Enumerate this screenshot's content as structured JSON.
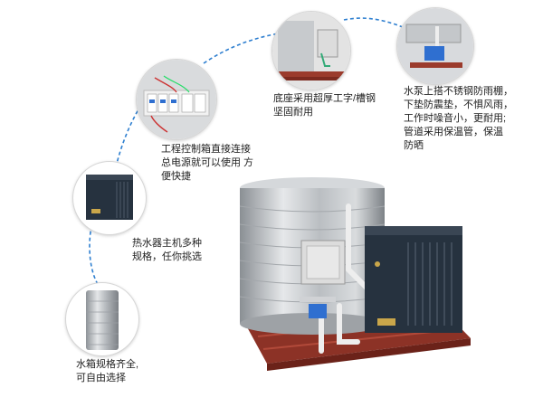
{
  "colors": {
    "connector": "#2e7fd0",
    "unit_body": "#26323f",
    "tank_steel": "#c9ccd0",
    "frame_red": "#9b3b2c",
    "pipe_white": "#efefef"
  },
  "features": [
    {
      "id": "tank",
      "icon": "stainless-tank-icon",
      "lines": [
        "水箱规格齐全,",
        "可自由选择"
      ]
    },
    {
      "id": "heat-pump",
      "icon": "heat-pump-unit-icon",
      "lines": [
        "热水器主机多种",
        "规格，任你挑选"
      ]
    },
    {
      "id": "control-box",
      "icon": "control-box-breakers-icon",
      "lines": [
        "工程控制箱直接连接",
        "总电源就可以使用 方",
        "便快捷"
      ]
    },
    {
      "id": "base",
      "icon": "steel-base-icon",
      "lines": [
        "底座采用超厚工字/槽钢",
        "坚固耐用"
      ]
    },
    {
      "id": "pump",
      "icon": "water-pump-icon",
      "lines": [
        "水泵上搭不锈钢防雨棚，",
        "下垫防震垫，不惧风雨，",
        "工作时噪音小，更耐用;",
        "管道采用保温管，保温",
        "防晒"
      ]
    }
  ]
}
